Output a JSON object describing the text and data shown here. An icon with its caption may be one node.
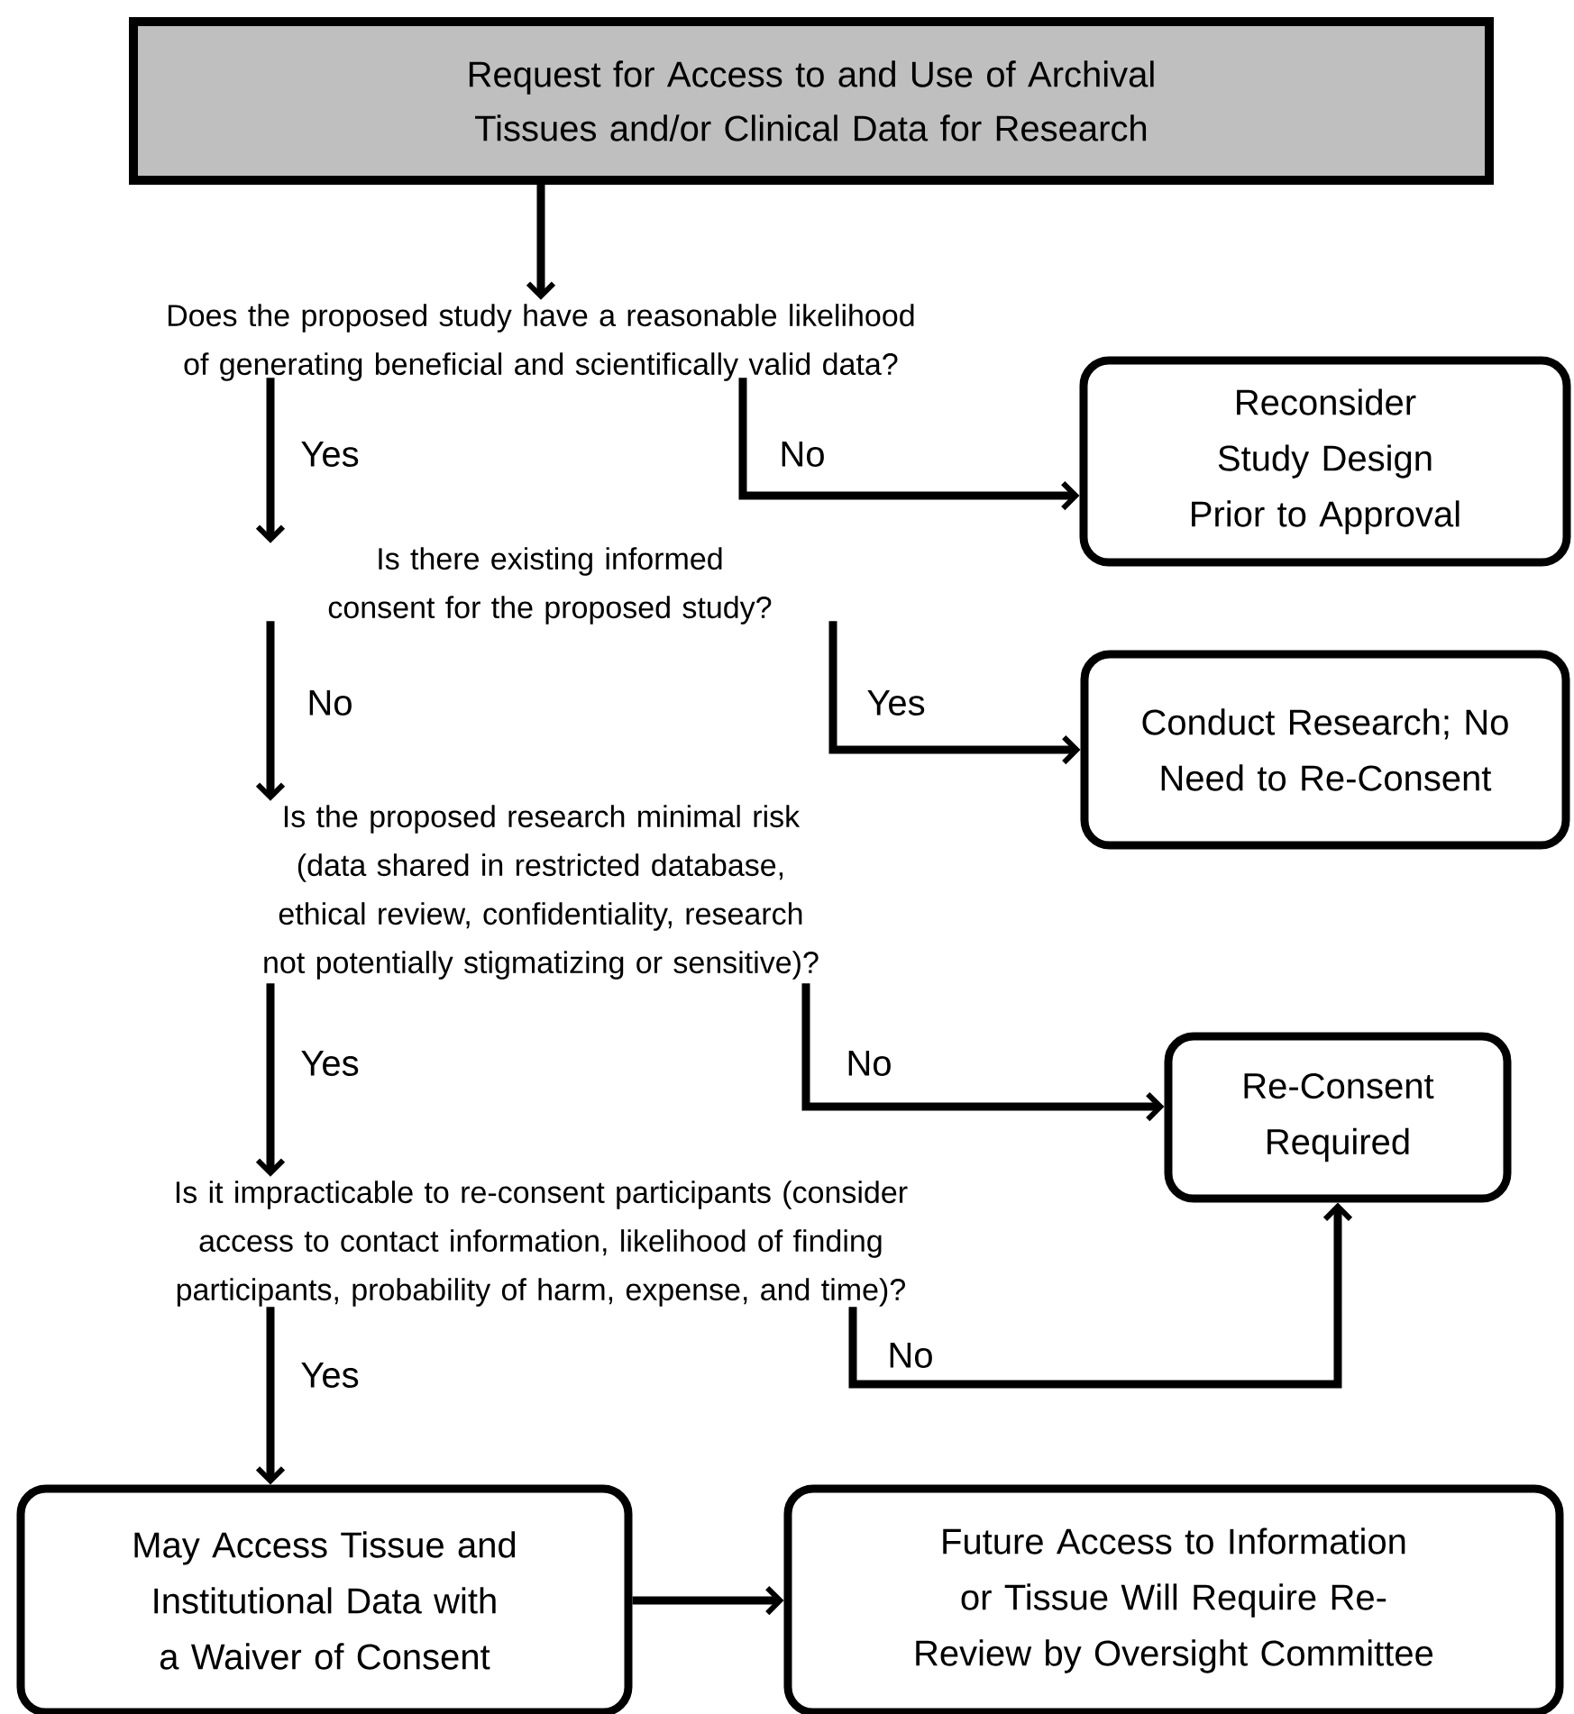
{
  "diagram": {
    "nodes": [
      {
        "text": [
          "Request for Access to and Use of Archival Tissues and/or Clinical Data for Research"
        ]
      },
      {
        "text": [
          "Does the proposed study have a reasonable likelihood of generating beneficial and scientifically valid data?"
        ]
      },
      {
        "text": [
          "Reconsider Study Design Prior to Approval"
        ]
      },
      {
        "text": [
          "Is there existing informed consent for the proposed study?"
        ]
      },
      {
        "text": [
          "Conduct Research; No Need to Re-Consent"
        ]
      },
      {
        "text": [
          "Is the proposed research minimal risk (data shared in restricted database, ethical review, confidentiality, research not potentially stigmatizing or sensitive)?"
        ]
      },
      {
        "text": [
          "Re-Consent Required"
        ]
      },
      {
        "text": [
          "Is it impracticable to re-consent participants (consider access to contact information, likelihood of finding participants, probability of harm, expense, and time)?"
        ]
      },
      {
        "text": [
          "May Access Tissue and Institutional Data with a Waiver of Consent"
        ]
      },
      {
        "text": [
          "Future Access to Information or Tissue Will Require Re-Review by Oversight Committee"
        ]
      }
    ],
    "edges": [
      {
        "from": 0,
        "to": 1,
        "arrow": "to"
      },
      {
        "from": 1,
        "to": 3,
        "arrow": "to",
        "label": "Yes"
      },
      {
        "from": 1,
        "to": 2,
        "arrow": "to",
        "label": "No"
      },
      {
        "from": 3,
        "to": 5,
        "arrow": "to",
        "label": "No"
      },
      {
        "from": 3,
        "to": 4,
        "arrow": "to",
        "label": "Yes"
      },
      {
        "from": 5,
        "to": 7,
        "arrow": "to",
        "label": "Yes"
      },
      {
        "from": 5,
        "to": 6,
        "arrow": "to",
        "label": "No"
      },
      {
        "from": 7,
        "to": 6,
        "arrow": "to",
        "label": "No"
      },
      {
        "from": 7,
        "to": 8,
        "arrow": "to",
        "label": "Yes"
      },
      {
        "from": 8,
        "to": 9,
        "arrow": "to"
      }
    ]
  }
}
